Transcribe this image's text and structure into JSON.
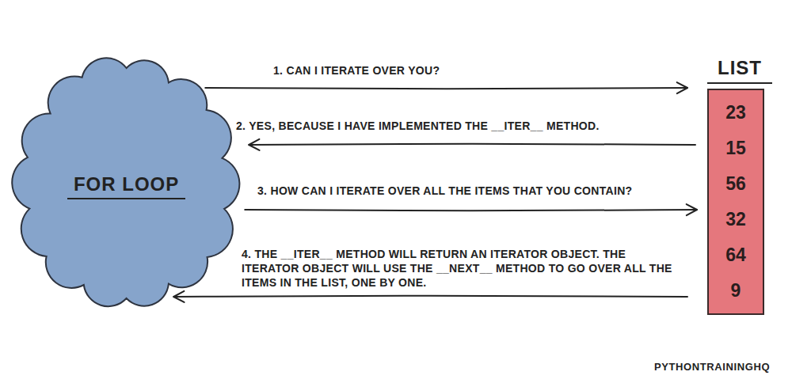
{
  "diagram": {
    "nodes": [
      {
        "text": [
          "FOR LOOP"
        ]
      },
      {
        "text": [
          "LIST",
          "23",
          "15",
          "56",
          "32",
          "64",
          "9"
        ]
      }
    ],
    "edges": [
      {
        "from": 0,
        "to": 1,
        "arrow": "to",
        "label": "1. CAN I ITERATE OVER YOU?"
      },
      {
        "from": 1,
        "to": 0,
        "arrow": "to",
        "label": "2. YES, BECAUSE I HAVE IMPLEMENTED THE __ITER__ METHOD."
      },
      {
        "from": 0,
        "to": 1,
        "arrow": "to",
        "label": "3. HOW CAN I ITERATE OVER ALL THE ITEMS THAT YOU CONTAIN?"
      },
      {
        "from": 1,
        "to": 0,
        "arrow": "to",
        "label": "4. THE __ITER__ METHOD WILL RETURN AN ITERATOR OBJECT. THE ITERATOR OBJECT WILL USE THE __NEXT__ METHOD TO GO OVER ALL THE ITEMS IN THE LIST, ONE BY ONE."
      }
    ],
    "labels": [
      "PYTHONTRAININGHQ"
    ]
  }
}
